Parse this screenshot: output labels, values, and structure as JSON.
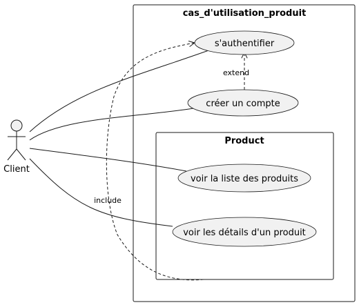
{
  "diagram": {
    "system_boundary": {
      "title": "cas_d'utilisation_produit"
    },
    "package": {
      "title": "Product"
    },
    "actor": {
      "name": "Client"
    },
    "use_cases": {
      "authenticate": "s'authentifier",
      "create_account": "créer un compte",
      "view_products": "voir la liste des produits",
      "view_details": "voir les détails d'un produit"
    },
    "relations": {
      "extend_label": "extend",
      "include_label": "include"
    },
    "colors": {
      "usecase_fill": "#f1f1f1",
      "stroke": "#181818",
      "background": "#ffffff"
    }
  }
}
